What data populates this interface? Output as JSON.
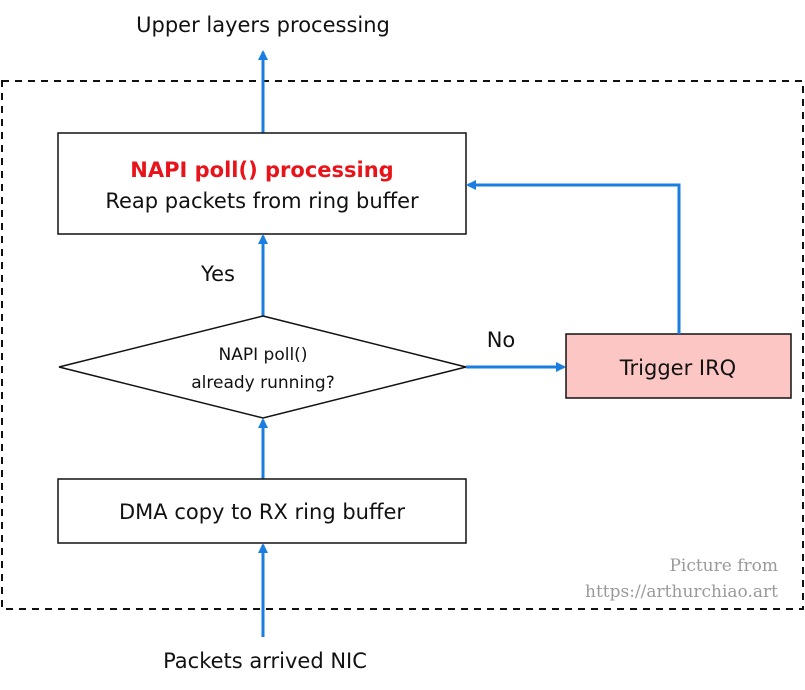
{
  "diagram": {
    "top_label": "Upper layers processing",
    "napi_box": {
      "title": "NAPI poll() processing",
      "subtitle": "Reap packets from ring buffer"
    },
    "decision": {
      "line1": "NAPI poll()",
      "line2": "already running?"
    },
    "yes_label": "Yes",
    "no_label": "No",
    "irq_box": {
      "label": "Trigger IRQ"
    },
    "dma_box": {
      "label": "DMA copy to RX ring buffer"
    },
    "bottom_label": "Packets arrived NIC",
    "credit": {
      "line1": "Picture from",
      "line2": "https://arthurchiao.art"
    }
  },
  "colors": {
    "arrow": "#1a7de0",
    "title_red": "#e8141b",
    "irq_fill": "#fcc6c5",
    "credit_gray": "#9a9a9a"
  }
}
